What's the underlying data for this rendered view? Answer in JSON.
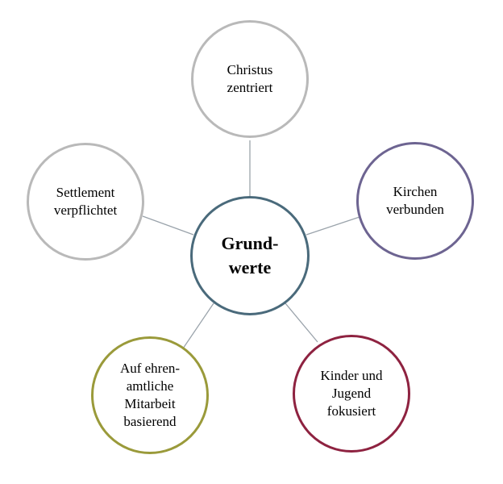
{
  "diagram": {
    "center": {
      "label": "Grund-\nwerte",
      "color": "#4a6a7b"
    },
    "nodes": [
      {
        "id": "christus",
        "label": "Christus\nzentriert",
        "color": "#b9b9b9"
      },
      {
        "id": "kirchen",
        "label": "Kirchen\nverbunden",
        "color": "#6d6491"
      },
      {
        "id": "kinder",
        "label": "Kinder und\nJugend\nfokusiert",
        "color": "#8e2240"
      },
      {
        "id": "ehrenamt",
        "label": "Auf ehren-\namtliche\nMitarbeit\nbasierend",
        "color": "#9a9a3a"
      },
      {
        "id": "settlement",
        "label": "Settlement\nverpflichtet",
        "color": "#b9b9b9"
      }
    ],
    "connector_color": "#9aa3ab"
  }
}
